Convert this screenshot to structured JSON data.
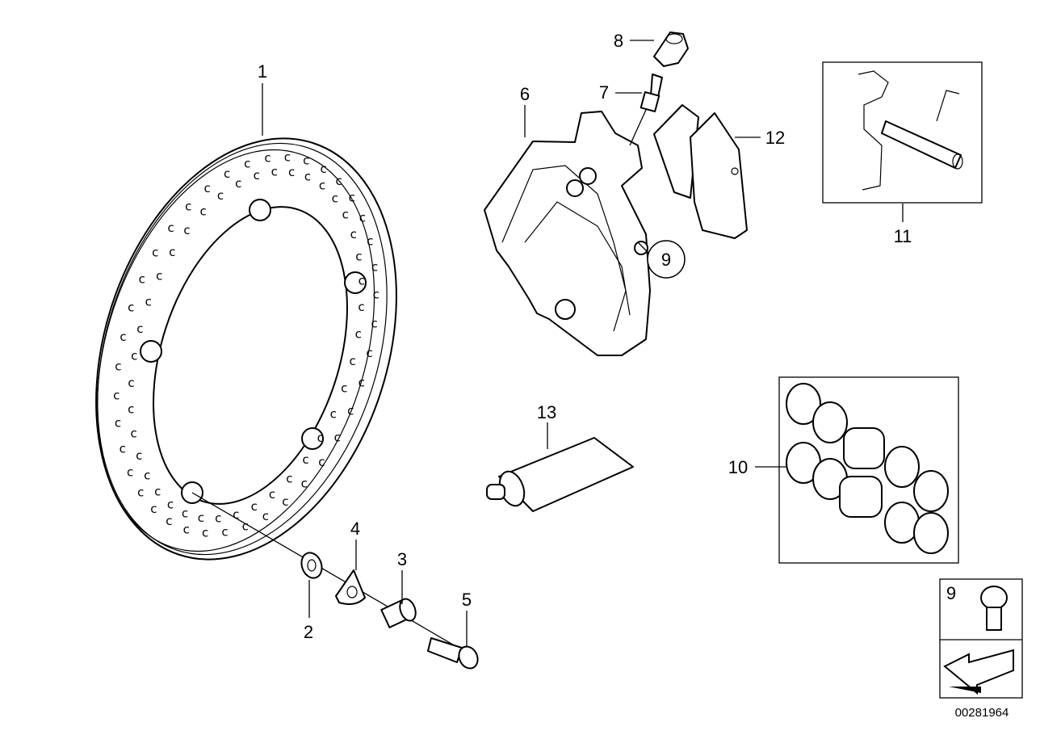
{
  "callouts": {
    "c1": "1",
    "c2": "2",
    "c3": "3",
    "c4": "4",
    "c5": "5",
    "c6": "6",
    "c7": "7",
    "c8": "8",
    "c9": "9",
    "c10": "10",
    "c11": "11",
    "c12": "12",
    "c13": "13"
  },
  "legend_box": {
    "callout": "9"
  },
  "reference_number": "00281964",
  "rotor_hole_mark": "c",
  "colors": {
    "line": "#000000",
    "background": "#ffffff"
  }
}
